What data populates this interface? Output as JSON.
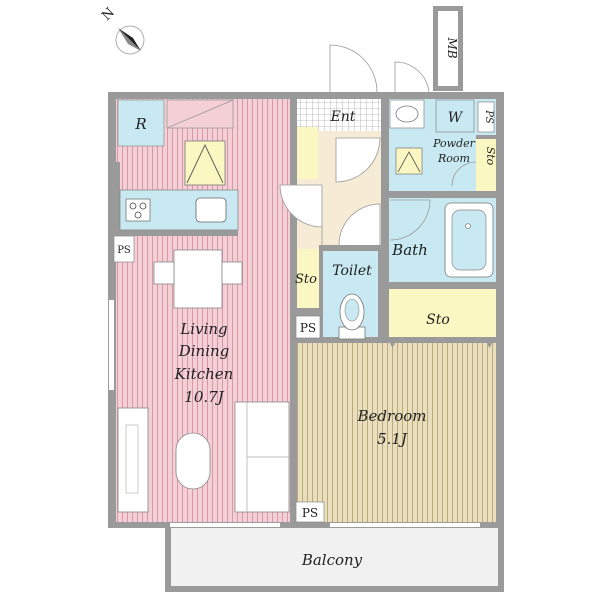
{
  "compass": {
    "north": "N"
  },
  "rooms": {
    "ldk": {
      "lines": [
        "Living",
        "Dining",
        "Kitchen",
        "10.7J"
      ]
    },
    "bedroom": {
      "lines": [
        "Bedroom",
        "5.1J"
      ]
    },
    "balcony": "Balcony",
    "entrance": "Ent",
    "refrigerator": "R",
    "washer": "W",
    "powder_room": {
      "lines": [
        "Powder",
        "Room"
      ]
    },
    "bath": "Bath",
    "toilet": "Toilet",
    "storage_bed": "Sto",
    "storage_hall": "Sto",
    "storage_powder": "Sto",
    "meter_box": "MB",
    "ps_top_right": "PS",
    "ps_left": "PS",
    "ps_mid": "PS",
    "ps_bottom": "PS"
  },
  "colors": {
    "ldk_fill": "#f4cfd6",
    "ldk_stripe": "#d59aa6",
    "bedroom_fill": "#e9dfbd",
    "bedroom_stripe": "#b9a97c",
    "wet_area": "#c9e9f2",
    "storage": "#fbf7c2",
    "entrance": "#f6ecd6",
    "wall": "#9a9a9a",
    "balcony": "#f1f1f1"
  }
}
